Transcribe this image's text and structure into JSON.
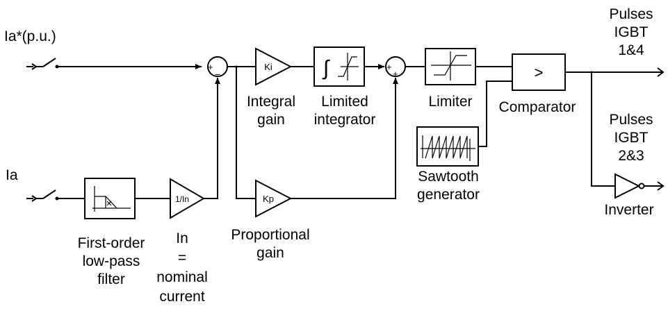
{
  "inputs": {
    "ref": "Ia*(p.u.)",
    "meas": "Ia"
  },
  "blocks": {
    "ki": "Ki",
    "kp": "Kp",
    "inv_in": "1/In",
    "comparator_symbol": ">"
  },
  "signs": {
    "sum1_plus": "+",
    "sum1_minus": "−",
    "sum2_plus_left": "+",
    "sum2_plus_bottom": "+"
  },
  "labels": {
    "pulses14": [
      "Pulses",
      "IGBT",
      "1&4"
    ],
    "pulses23": [
      "Pulses",
      "IGBT",
      "2&3"
    ],
    "integral_gain": [
      "Integral",
      "gain"
    ],
    "limited_integrator": [
      "Limited",
      "integrator"
    ],
    "limiter": "Limiter",
    "comparator": "Comparator",
    "sawtooth": [
      "Sawtooth",
      "generator"
    ],
    "inverter": "Inverter",
    "filter": [
      "First-order",
      "low-pass",
      "filter"
    ],
    "in_nominal": [
      "In",
      "=",
      "nominal",
      "current"
    ],
    "proportional_gain": [
      "Proportional",
      "gain"
    ]
  }
}
